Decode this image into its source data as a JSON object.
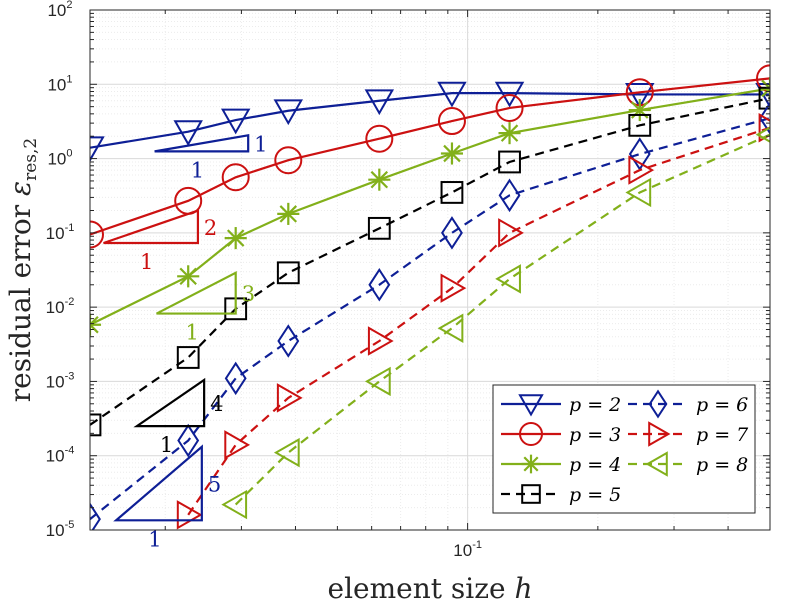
{
  "chart_data": {
    "type": "line",
    "xlabel_text": "element size ",
    "xlabel_var": "h",
    "ylabel_text": "residual error ",
    "ylabel_sym": "ε",
    "ylabel_sub": "res,2",
    "x_scale": "log",
    "y_scale": "log",
    "xlim": [
      0.0134,
      0.5
    ],
    "ylim": [
      1e-05,
      100
    ],
    "grid": true,
    "legend_position": "bottom-right",
    "legend_columns": 2,
    "y_ticks": [
      {
        "base": "10",
        "exp": "-5",
        "value": 1e-05
      },
      {
        "base": "10",
        "exp": "-4",
        "value": 0.0001
      },
      {
        "base": "10",
        "exp": "-3",
        "value": 0.001
      },
      {
        "base": "10",
        "exp": "-2",
        "value": 0.01
      },
      {
        "base": "10",
        "exp": "-1",
        "value": 0.1
      },
      {
        "base": "10",
        "exp": "0",
        "value": 1
      },
      {
        "base": "10",
        "exp": "1",
        "value": 10
      },
      {
        "base": "10",
        "exp": "2",
        "value": 100
      }
    ],
    "x_ticks": [
      {
        "base": "10",
        "exp": "-1",
        "value": 0.1
      }
    ],
    "series": [
      {
        "name": "p = 2",
        "color": "#0e1f96",
        "dash": "solid",
        "marker": "triangle-down",
        "x": [
          0.0134,
          0.0226,
          0.0291,
          0.0385,
          0.0625,
          0.092,
          0.125,
          0.25,
          0.5
        ],
        "y": [
          1.4,
          2.3,
          3.3,
          4.4,
          6.0,
          7.6,
          7.6,
          7.3,
          7.3
        ]
      },
      {
        "name": "p = 3",
        "color": "#cc1111",
        "dash": "solid",
        "marker": "circle",
        "x": [
          0.0134,
          0.0226,
          0.0291,
          0.0385,
          0.0625,
          0.092,
          0.125,
          0.25,
          0.5
        ],
        "y": [
          0.095,
          0.27,
          0.56,
          0.95,
          1.85,
          3.2,
          4.8,
          7.8,
          12.0
        ]
      },
      {
        "name": "p = 4",
        "color": "#82b01a",
        "dash": "solid",
        "marker": "asterisk",
        "x": [
          0.0134,
          0.0226,
          0.0291,
          0.0385,
          0.0625,
          0.092,
          0.125,
          0.25,
          0.5
        ],
        "y": [
          0.0058,
          0.026,
          0.085,
          0.18,
          0.52,
          1.17,
          2.2,
          4.5,
          8.8
        ]
      },
      {
        "name": "p = 5",
        "color": "#000000",
        "dash": "dashed",
        "marker": "square",
        "x": [
          0.0134,
          0.0226,
          0.0291,
          0.0385,
          0.0625,
          0.092,
          0.125,
          0.25,
          0.5
        ],
        "y": [
          0.00026,
          0.0021,
          0.0095,
          0.029,
          0.115,
          0.35,
          0.9,
          2.8,
          6.5
        ]
      },
      {
        "name": "p = 6",
        "color": "#0e1f96",
        "dash": "dashed",
        "marker": "diamond",
        "x": [
          0.0134,
          0.0226,
          0.0291,
          0.0385,
          0.0625,
          0.092,
          0.125,
          0.25,
          0.5
        ],
        "y": [
          1.4e-05,
          0.00016,
          0.0011,
          0.0035,
          0.02,
          0.1,
          0.32,
          1.15,
          3.5
        ]
      },
      {
        "name": "p = 7",
        "color": "#cc1111",
        "dash": "dashed",
        "marker": "triangle-right",
        "x": [
          0.0226,
          0.0291,
          0.0385,
          0.0625,
          0.092,
          0.125,
          0.25,
          0.5
        ],
        "y": [
          1.6e-05,
          0.00014,
          0.0006,
          0.0035,
          0.018,
          0.1,
          0.7,
          2.6
        ]
      },
      {
        "name": "p = 8",
        "color": "#82b01a",
        "dash": "dashed",
        "marker": "triangle-left",
        "x": [
          0.0291,
          0.0385,
          0.0625,
          0.092,
          0.125,
          0.25,
          0.5
        ],
        "y": [
          2.2e-05,
          0.00011,
          0.001,
          0.0052,
          0.024,
          0.35,
          2.1
        ]
      }
    ],
    "slope_triangles": [
      {
        "color": "#0e1f96",
        "x0": 0.0189,
        "x1": 0.0311,
        "y0": 1.25,
        "rise": "1",
        "run": "1"
      },
      {
        "color": "#cc1111",
        "x0": 0.0144,
        "x1": 0.0238,
        "y0": 0.073,
        "rise": "2",
        "run": "1"
      },
      {
        "color": "#82b01a",
        "x0": 0.0191,
        "x1": 0.0291,
        "y0": 0.0082,
        "rise": "3",
        "run": "1"
      },
      {
        "color": "#000000",
        "x0": 0.0172,
        "x1": 0.0246,
        "y0": 0.00025,
        "rise": "4",
        "run": "1"
      },
      {
        "color": "#0e1f96",
        "x0": 0.0154,
        "x1": 0.0243,
        "y0": 1.35e-05,
        "rise": "5",
        "run": "1"
      }
    ]
  }
}
